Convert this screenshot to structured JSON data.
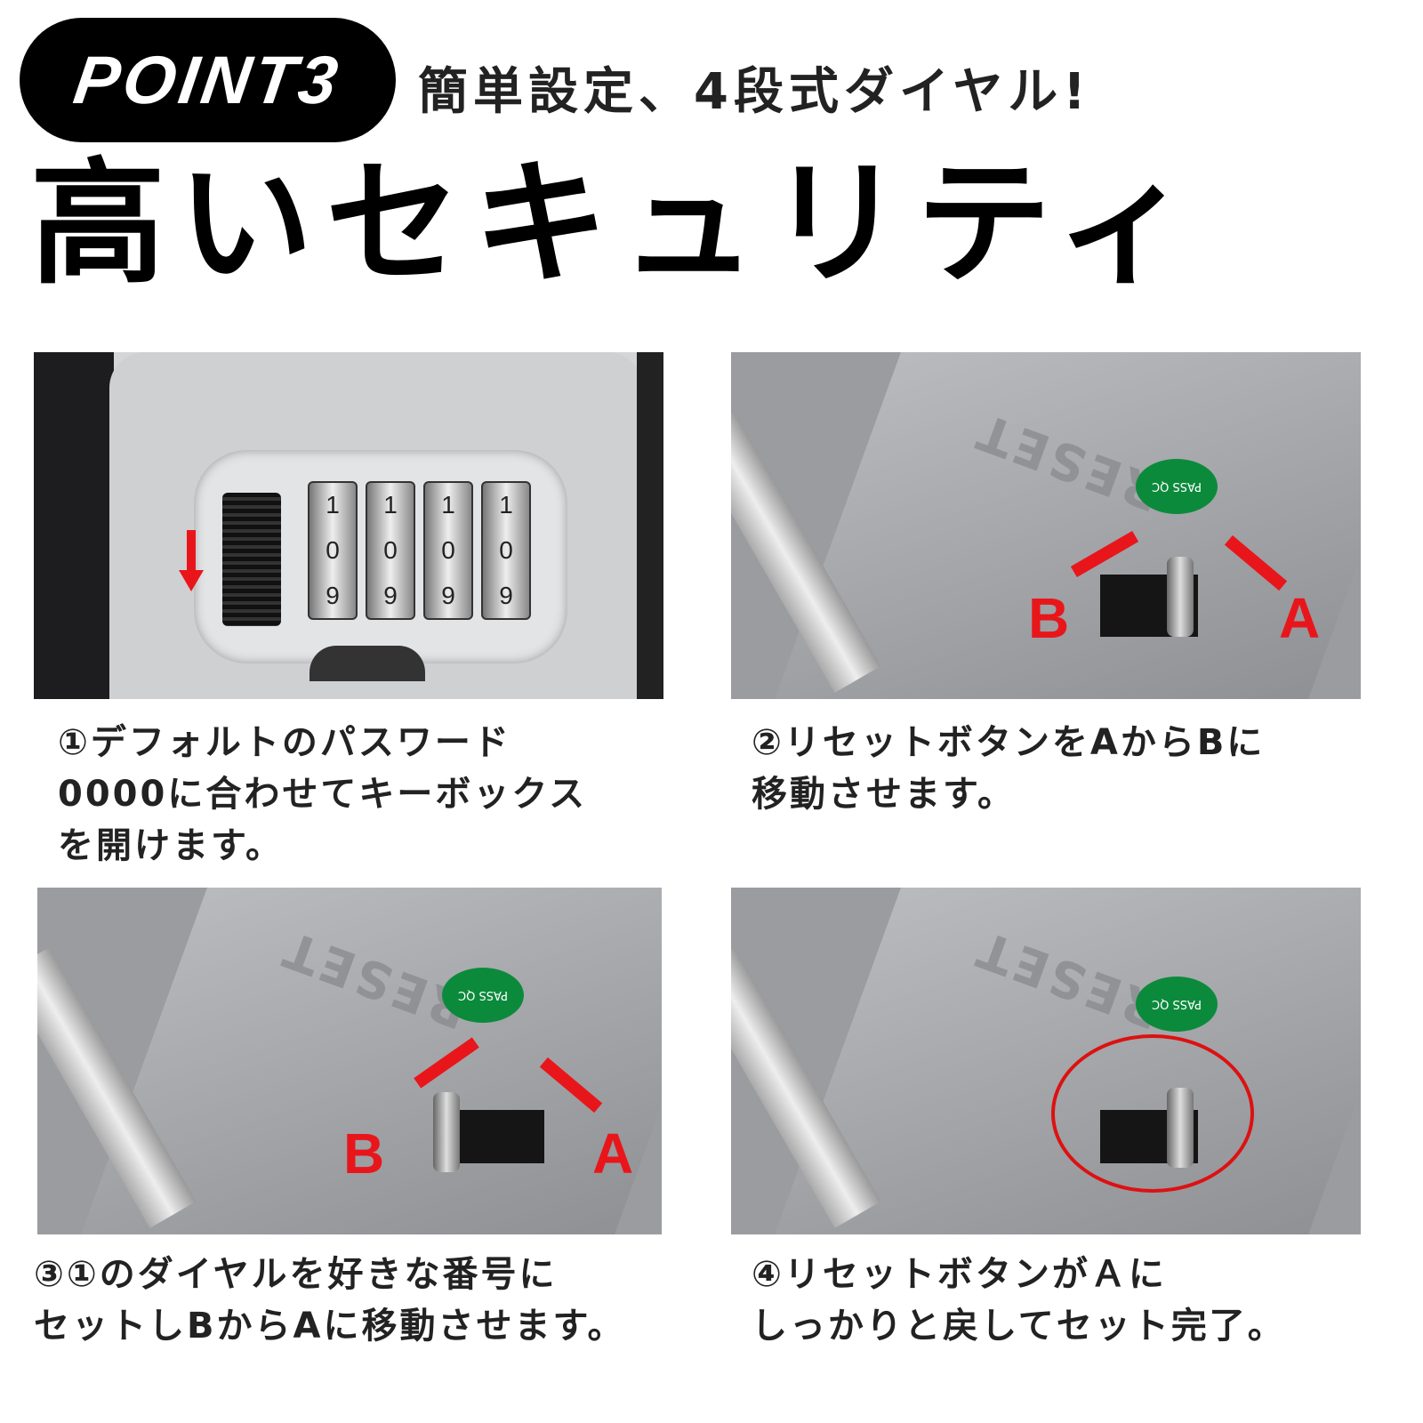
{
  "header": {
    "badge": "POINT3",
    "subtitle": "簡単設定、4段式ダイヤル!",
    "title": "高いセキュリティ"
  },
  "panels": [
    {
      "dials": [
        [
          "1",
          "0",
          "9"
        ],
        [
          "1",
          "0",
          "9"
        ],
        [
          "1",
          "0",
          "9"
        ],
        [
          "1",
          "0",
          "9"
        ]
      ],
      "caption": [
        "①デフォルトのパスワード",
        "0000に合わせてキーボックス",
        "を開けます。"
      ]
    },
    {
      "label_a": "A",
      "label_b": "B",
      "sticker": "PASS QC",
      "embossed": "RESET",
      "caption": [
        "②リセットボタンをAからBに",
        "移動させます。"
      ]
    },
    {
      "label_a": "A",
      "label_b": "B",
      "sticker": "PASS QC",
      "embossed": "RESET",
      "caption": [
        "③①のダイヤルを好きな番号に",
        "セットしBからAに移動させます。"
      ]
    },
    {
      "sticker": "PASS QC",
      "embossed": "RESET",
      "caption": [
        "④リセットボタンがＡに",
        "しっかりと戻してセット完了。"
      ]
    }
  ],
  "colors": {
    "accent_red": "#e8161b",
    "badge_bg": "#000000",
    "sticker_green": "#0c8a3c"
  }
}
